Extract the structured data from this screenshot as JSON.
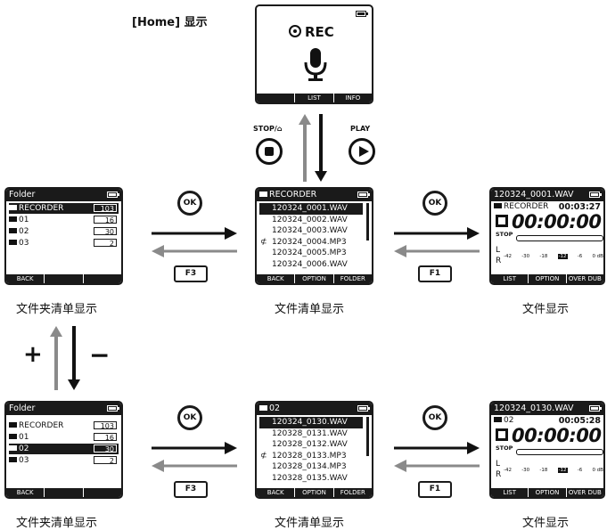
{
  "home": {
    "title": "[Home] 显示",
    "rec_label": "REC",
    "softkeys": [
      "",
      "LIST",
      "INFO"
    ]
  },
  "buttons": {
    "stop_label": "STOP/⌂",
    "play_label": "PLAY",
    "ok_label": "OK",
    "f3_label": "F3",
    "f1_label": "F1",
    "plus_label": "+",
    "minus_label": "−"
  },
  "folder_list_1": {
    "title": "Folder",
    "items": [
      {
        "name": "RECORDER",
        "count": "103",
        "selected": true
      },
      {
        "name": "01",
        "count": "16",
        "selected": false
      },
      {
        "name": "02",
        "count": "30",
        "selected": false
      },
      {
        "name": "03",
        "count": "2",
        "selected": false
      }
    ],
    "softkeys": [
      "BACK",
      "",
      ""
    ],
    "caption": "文件夹清单显示"
  },
  "file_list_1": {
    "title": "RECORDER",
    "items": [
      {
        "name": "120324_0001.WAV",
        "selected": true,
        "locked": false
      },
      {
        "name": "120324_0002.WAV",
        "selected": false,
        "locked": false
      },
      {
        "name": "120324_0003.WAV",
        "selected": false,
        "locked": false
      },
      {
        "name": "120324_0004.MP3",
        "selected": false,
        "locked": true
      },
      {
        "name": "120324_0005.MP3",
        "selected": false,
        "locked": false
      },
      {
        "name": "120324_0006.WAV",
        "selected": false,
        "locked": false
      }
    ],
    "softkeys": [
      "BACK",
      "OPTION",
      "FOLDER"
    ],
    "caption": "文件清单显示"
  },
  "file_view_1": {
    "filename": "120324_0001.WAV",
    "folder": "RECORDER",
    "length": "00:03:27",
    "time": "00:00:00",
    "status": "STOP",
    "meter_ticks": [
      "-42",
      "-30",
      "-18",
      "-12",
      "-6",
      "0 dB"
    ],
    "softkeys": [
      "LIST",
      "OPTION",
      "OVER DUB"
    ],
    "caption": "文件显示"
  },
  "folder_list_2": {
    "title": "Folder",
    "items": [
      {
        "name": "RECORDER",
        "count": "103",
        "selected": false
      },
      {
        "name": "01",
        "count": "16",
        "selected": false
      },
      {
        "name": "02",
        "count": "30",
        "selected": true
      },
      {
        "name": "03",
        "count": "2",
        "selected": false
      }
    ],
    "softkeys": [
      "BACK",
      "",
      ""
    ],
    "caption": "文件夹清单显示"
  },
  "file_list_2": {
    "title": "02",
    "items": [
      {
        "name": "120324_0130.WAV",
        "selected": true,
        "locked": false
      },
      {
        "name": "120328_0131.WAV",
        "selected": false,
        "locked": false
      },
      {
        "name": "120328_0132.WAV",
        "selected": false,
        "locked": false
      },
      {
        "name": "120328_0133.MP3",
        "selected": false,
        "locked": true
      },
      {
        "name": "120328_0134.MP3",
        "selected": false,
        "locked": false
      },
      {
        "name": "120328_0135.WAV",
        "selected": false,
        "locked": false
      }
    ],
    "softkeys": [
      "BACK",
      "OPTION",
      "FOLDER"
    ],
    "caption": "文件清单显示"
  },
  "file_view_2": {
    "filename": "120324_0130.WAV",
    "folder": "02",
    "length": "00:05:28",
    "time": "00:00:00",
    "status": "STOP",
    "meter_ticks": [
      "-42",
      "-30",
      "-18",
      "-12",
      "-6",
      "0 dB"
    ],
    "softkeys": [
      "LIST",
      "OPTION",
      "OVER DUB"
    ],
    "caption": "文件显示"
  }
}
